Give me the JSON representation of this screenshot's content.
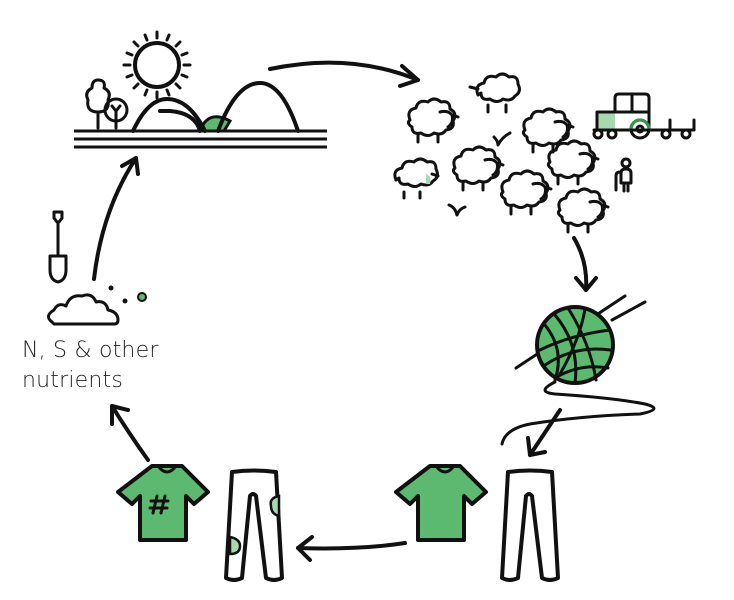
{
  "diagram": {
    "title": "Wool lifecycle",
    "nodes": [
      {
        "id": "landscape",
        "icon": "landscape-sun-hills-icon"
      },
      {
        "id": "sheep-farm",
        "icon": "sheep-flock-tractor-farmer-icon"
      },
      {
        "id": "yarn",
        "icon": "yarn-ball-needles-icon"
      },
      {
        "id": "new-clothes",
        "icon": "tshirt-trousers-icon"
      },
      {
        "id": "worn-clothes",
        "icon": "worn-tshirt-trousers-icon"
      },
      {
        "id": "soil-nutrients",
        "icon": "soil-shovel-icon"
      }
    ],
    "nutrients_label_line1": "N, S & other",
    "nutrients_label_line2": "nutrients"
  },
  "colors": {
    "accent_green": "#5bba6f",
    "dark_green": "#2e9a45",
    "light_green": "#a8d8b0",
    "stroke": "#111111",
    "background": "#ffffff"
  }
}
